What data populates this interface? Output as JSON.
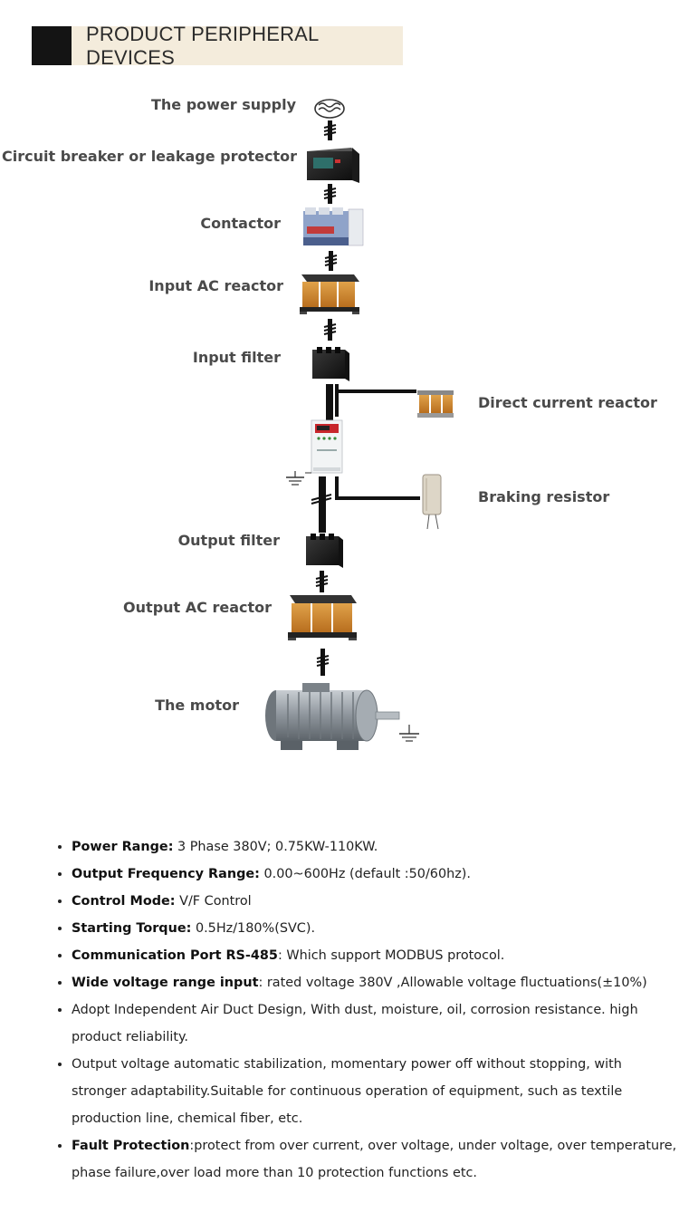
{
  "header": {
    "title": "PRODUCT PERIPHERAL DEVICES"
  },
  "diagram": {
    "power_supply": "The power supply",
    "circuit_breaker": "Circuit breaker or leakage protector",
    "contactor": "Contactor",
    "input_ac_reactor": "Input AC reactor",
    "input_filter": "Input filter",
    "dc_reactor": "Direct current reactor",
    "braking_resistor": "Braking resistor",
    "output_filter": "Output filter",
    "output_ac_reactor": "Output AC reactor",
    "motor": "The motor"
  },
  "specs": [
    {
      "label": "Power Range:",
      "text": " 3 Phase 380V; 0.75KW-110KW."
    },
    {
      "label": "Output Frequency Range:",
      "text": " 0.00~600Hz (default :50/60hz)."
    },
    {
      "label": "Control Mode:",
      "text": " V/F Control"
    },
    {
      "label": "Starting Torque:",
      "text": " 0.5Hz/180%(SVC)."
    },
    {
      "label": "Communication Port RS-485",
      "text": ": Which support MODBUS protocol."
    },
    {
      "label": "Wide voltage range input",
      "text": ": rated voltage 380V ,Allowable voltage fluctuations(±10%)"
    },
    {
      "label": "",
      "text": "Adopt Independent Air Duct Design,  With dust, moisture, oil, corrosion resistance. high product reliability."
    },
    {
      "label": "",
      "text": "Output voltage automatic stabilization, momentary power off without stopping, with stronger adaptability.Suitable for continuous operation of equipment, such as textile production line, chemical fiber, etc."
    },
    {
      "label": "Fault Protection",
      "text": ":protect from over current, over voltage, under voltage, over temperature, phase failure,over load more than 10 protection functions etc."
    }
  ]
}
